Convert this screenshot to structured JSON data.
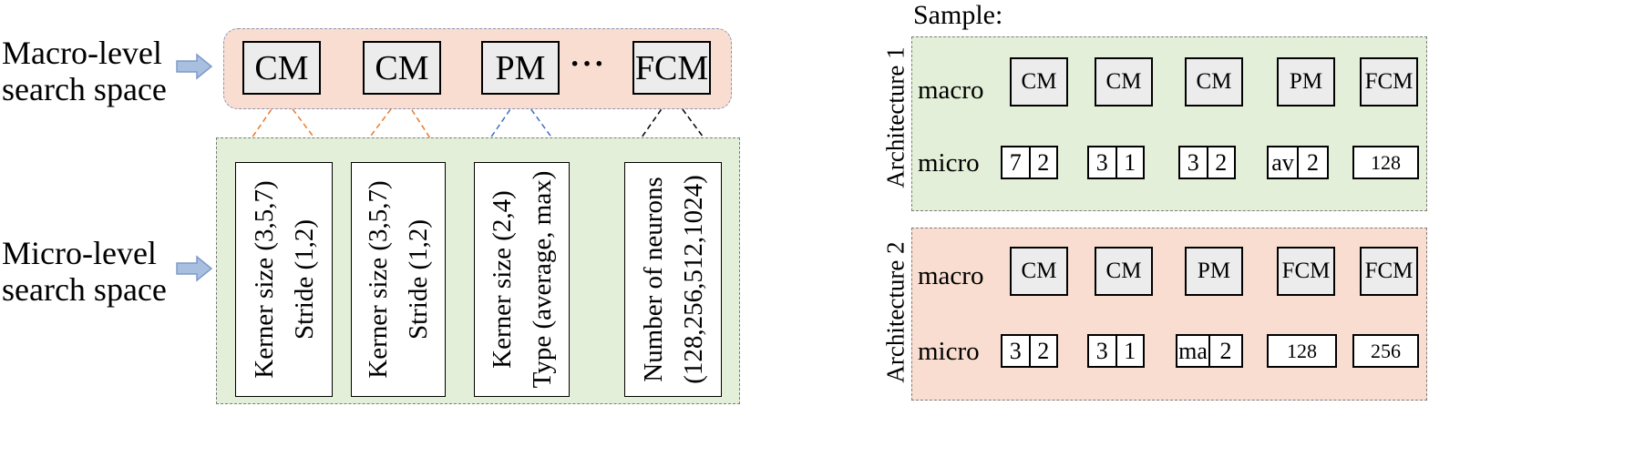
{
  "left": {
    "macro_label": [
      "Macro-level",
      "search space"
    ],
    "micro_label": [
      "Micro-level",
      "search space"
    ],
    "macro_modules": [
      "CM",
      "CM",
      "PM",
      "FCM"
    ],
    "ellipsis": "···",
    "params": [
      [
        "Kerner size (3,5,7)",
        "Stride (1,2)"
      ],
      [
        "Kerner size (3,5,7)",
        "Stride (1,2)"
      ],
      [
        "Kerner size (2,4)",
        "Type (average,  max)"
      ],
      [
        "Number of neurons",
        "(128,256,512,1024)"
      ]
    ],
    "link_colors": [
      "#e97a2b",
      "#e97a2b",
      "#3f6fc4",
      "#000000"
    ]
  },
  "right": {
    "sample_title": "Sample:",
    "architectures": [
      {
        "title": "Architecture 1",
        "macro_label": "macro",
        "micro_label": "micro",
        "modules": [
          "CM",
          "CM",
          "CM",
          "PM",
          "FCM"
        ],
        "micro": [
          [
            "7",
            "2"
          ],
          [
            "3",
            "1"
          ],
          [
            "3",
            "2"
          ],
          [
            "av",
            "2"
          ],
          [
            "128"
          ]
        ],
        "link_colors": [
          "#e97a2b",
          "#e97a2b",
          "#e97a2b",
          "#3f6fc4",
          "#000000"
        ]
      },
      {
        "title": "Architecture 2",
        "macro_label": "macro",
        "micro_label": "micro",
        "modules": [
          "CM",
          "CM",
          "PM",
          "FCM",
          "FCM"
        ],
        "micro": [
          [
            "3",
            "2"
          ],
          [
            "3",
            "1"
          ],
          [
            "ma",
            "2"
          ],
          [
            "128"
          ],
          [
            "256"
          ]
        ],
        "link_colors": [
          "#e97a2b",
          "#e97a2b",
          "#3f6fc4",
          "#000000",
          "#000000"
        ]
      }
    ]
  }
}
